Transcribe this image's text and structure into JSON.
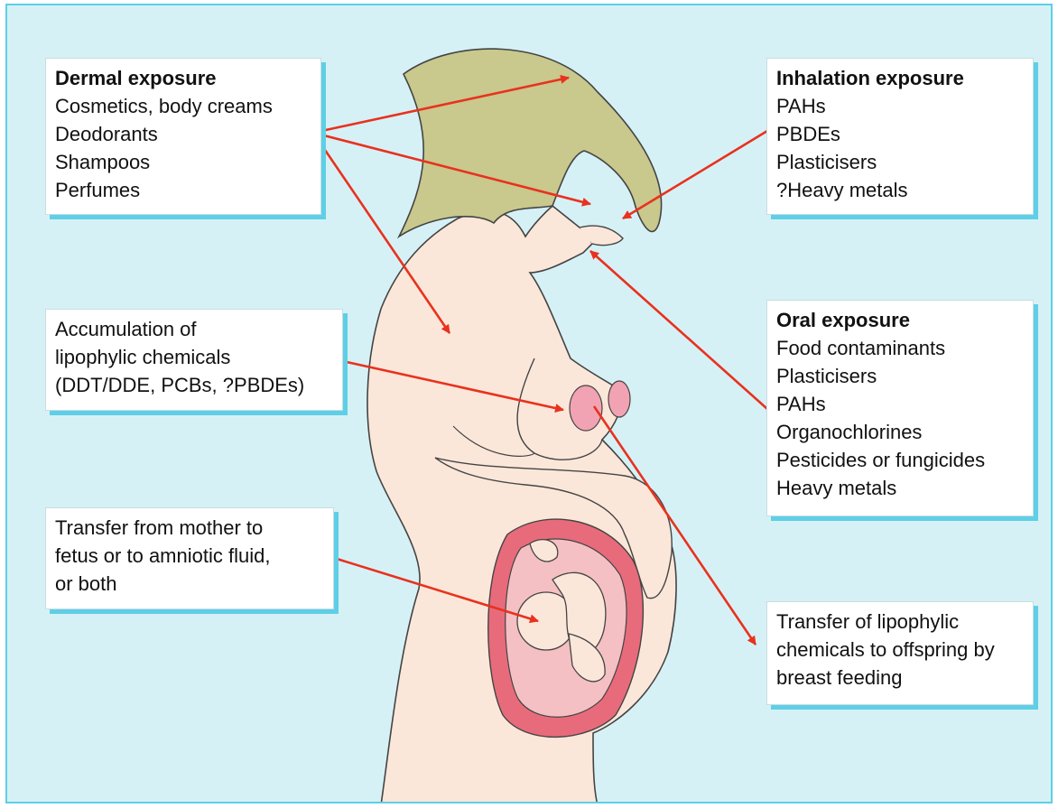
{
  "colors": {
    "background": "#d6f1f6",
    "frame_border": "#5ecfe6",
    "box_shadow": "#5ecfe6",
    "arrow": "#e8321e",
    "skin": "#fbe7d9",
    "hair": "#c9c88d",
    "uterus": "#e86b7b",
    "amniotic": "#f4c0c4",
    "nipple": "#f2a3b3"
  },
  "boxes": {
    "dermal": {
      "title": "Dermal exposure",
      "items": [
        "Cosmetics, body creams",
        "Deodorants",
        "Shampoos",
        "Perfumes"
      ]
    },
    "inhalation": {
      "title": "Inhalation exposure",
      "items": [
        "PAHs",
        "PBDEs",
        "Plasticisers",
        "?Heavy metals"
      ]
    },
    "accumulation": {
      "items": [
        "Accumulation of",
        "lipophylic chemicals",
        "(DDT/DDE, PCBs, ?PBDEs)"
      ]
    },
    "oral": {
      "title": "Oral exposure",
      "items": [
        "Food contaminants",
        "Plasticisers",
        "PAHs",
        "Organochlorines",
        "Pesticides or fungicides",
        "Heavy metals"
      ]
    },
    "transfer_fetus": {
      "items": [
        "Transfer from mother to",
        "fetus or to amniotic fluid,",
        "or both"
      ]
    },
    "transfer_offspring": {
      "items": [
        "Transfer of lipophylic",
        "chemicals to offspring by",
        "breast feeding"
      ]
    }
  },
  "icons": {
    "figure": "pregnant-woman-figure",
    "fetus": "fetus-icon",
    "arrows": "exposure-arrow-icon"
  }
}
